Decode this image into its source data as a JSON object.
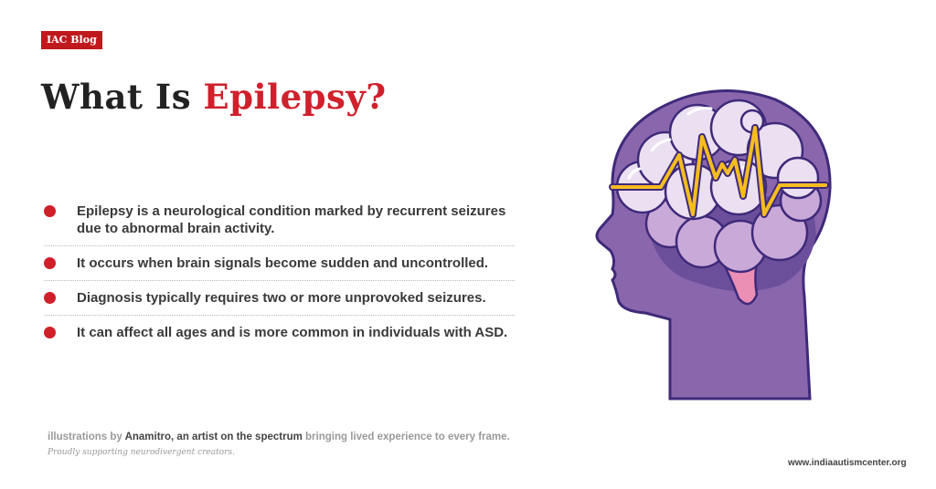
{
  "header": {
    "tag": "IAC Blog",
    "title_prefix": "What Is ",
    "title_accent": "Epilepsy?"
  },
  "bullets": [
    {
      "text": "Epilepsy is a neurological condition marked by recurrent seizures due to abnormal brain activity."
    },
    {
      "text": "It occurs when brain signals become sudden and uncontrolled."
    },
    {
      "text": "Diagnosis typically requires two or more unprovoked seizures."
    },
    {
      "text": "It can affect all ages and is more common in individuals with ASD."
    }
  ],
  "footer": {
    "credit_prefix": "illustrations by ",
    "credit_strong": "Anamitro, an artist on the spectrum",
    "credit_suffix": " bringing lived experience to every frame.",
    "subline": "Proudly supporting neurodivergent creators.",
    "url": "www.indiaautismcenter.org"
  },
  "illustration": {
    "icon": "head-brain-seizure-wave-icon",
    "colors": {
      "head": "#8a67ad",
      "outline": "#3f2a7a",
      "brain_light": "#ebe0f2",
      "brain_mid": "#c9a9d8",
      "brainstem": "#eb8fb5",
      "wave": "#f5bd1f"
    }
  },
  "colors": {
    "accent": "#d0202c",
    "tag_bg": "#c0191c",
    "text": "#3a3a3a"
  }
}
